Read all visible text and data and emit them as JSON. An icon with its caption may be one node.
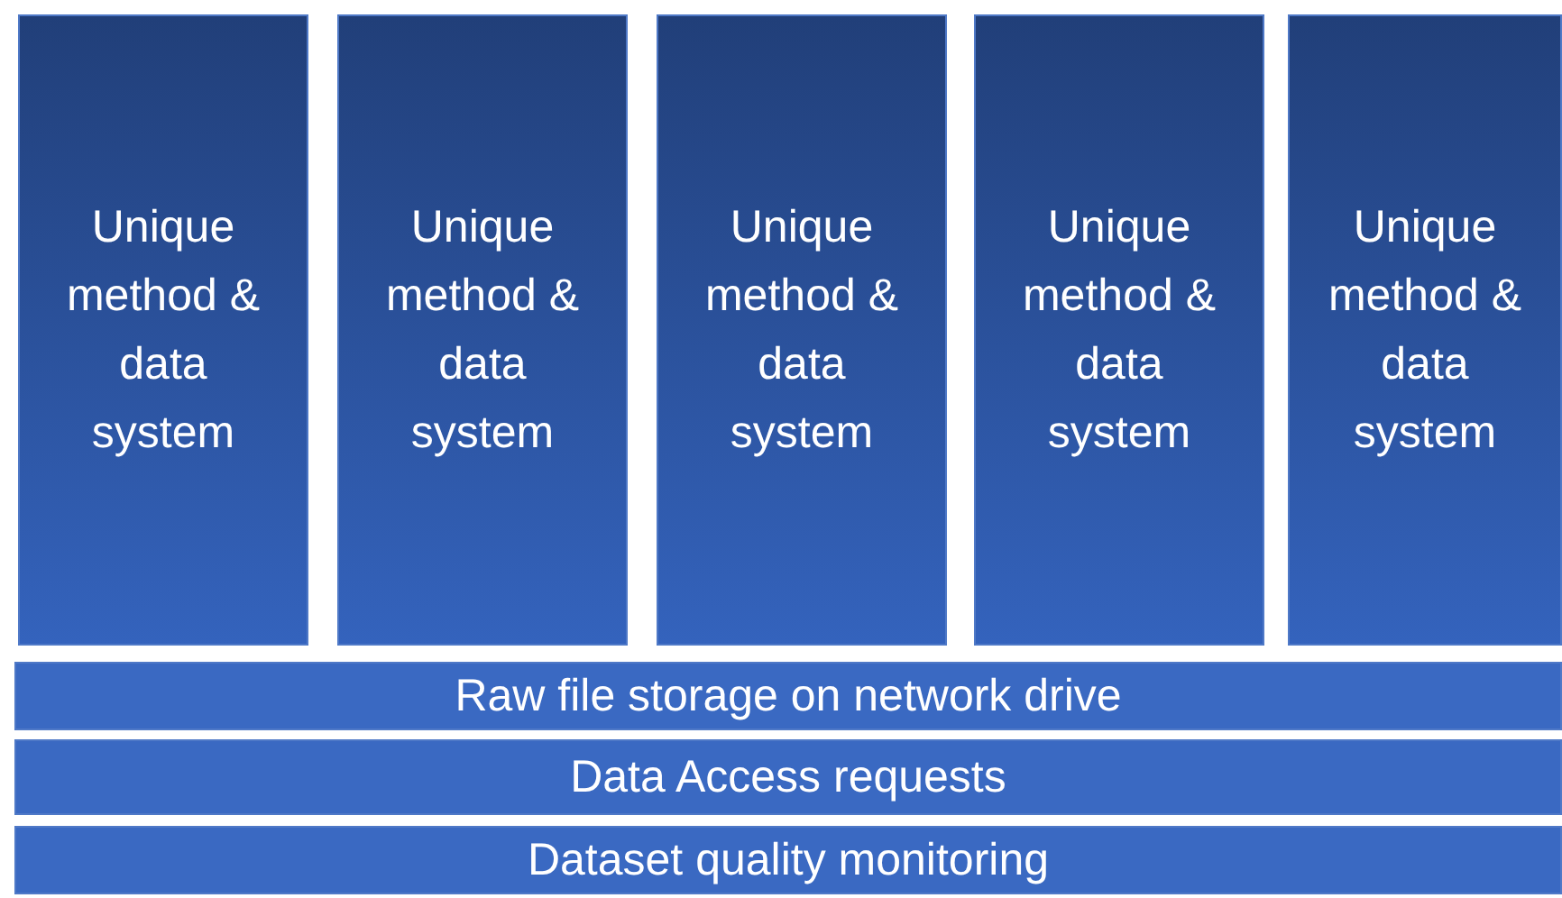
{
  "diagram": {
    "nodes": [
      {
        "text": [
          "Unique method & data system"
        ]
      },
      {
        "text": [
          "Unique method & data system"
        ]
      },
      {
        "text": [
          "Unique method & data system"
        ]
      },
      {
        "text": [
          "Unique method & data system"
        ]
      },
      {
        "text": [
          "Unique method & data system"
        ]
      },
      {
        "text": [
          "Raw file storage on network drive"
        ]
      },
      {
        "text": [
          "Data Access requests"
        ]
      },
      {
        "text": [
          "Dataset quality monitoring"
        ]
      }
    ]
  }
}
